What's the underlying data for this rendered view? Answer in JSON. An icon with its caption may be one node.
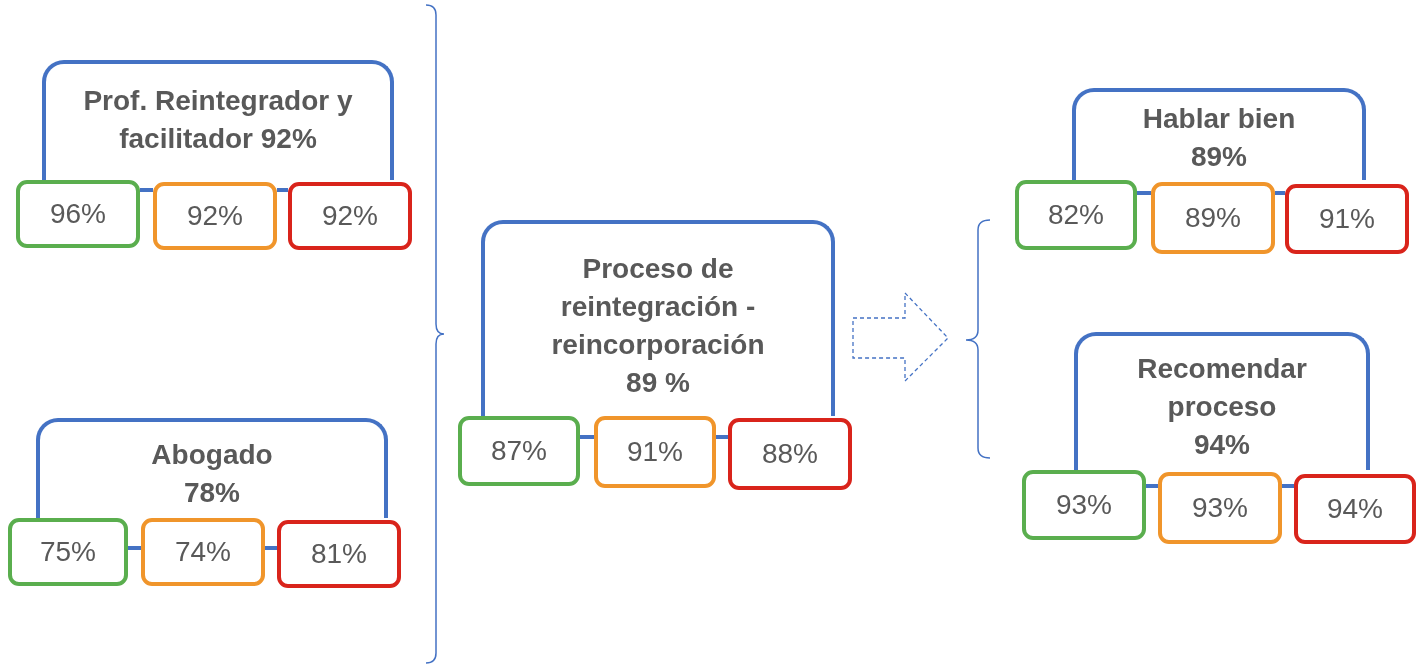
{
  "diagram": {
    "nodes": [
      {
        "text": [
          "Prof. Reintegrador y facilitador 92%"
        ]
      },
      {
        "text": [
          "96%"
        ]
      },
      {
        "text": [
          "92%"
        ]
      },
      {
        "text": [
          "92%"
        ]
      },
      {
        "text": [
          "Abogado 78%"
        ]
      },
      {
        "text": [
          "75%"
        ]
      },
      {
        "text": [
          "74%"
        ]
      },
      {
        "text": [
          "81%"
        ]
      },
      {
        "text": [
          "Proceso de reintegración - reincorporación 89 %"
        ]
      },
      {
        "text": [
          "87%"
        ]
      },
      {
        "text": [
          "91%"
        ]
      },
      {
        "text": [
          "88%"
        ]
      },
      {
        "text": [
          "Hablar bien 89%"
        ]
      },
      {
        "text": [
          "82%"
        ]
      },
      {
        "text": [
          "89%"
        ]
      },
      {
        "text": [
          "91%"
        ]
      },
      {
        "text": [
          "Recomendar proceso 94%"
        ]
      },
      {
        "text": [
          "93%"
        ]
      },
      {
        "text": [
          "93%"
        ]
      },
      {
        "text": [
          "94%"
        ]
      }
    ]
  }
}
